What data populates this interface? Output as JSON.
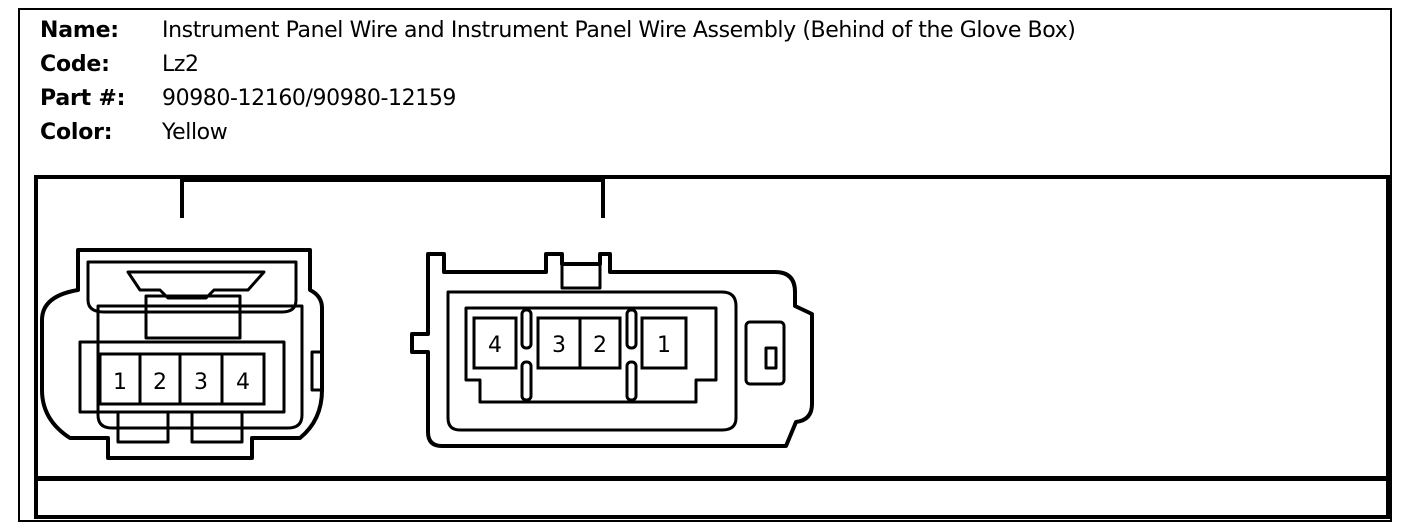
{
  "header": {
    "name_label": "Name:",
    "name_value": "Instrument Panel Wire and Instrument Panel Wire Assembly (Behind of the Glove Box)",
    "code_label": "Code:",
    "code_value": "Lz2",
    "part_label": "Part #:",
    "part_value": "90980-12160/90980-12159",
    "color_label": "Color:",
    "color_value": "Yellow"
  },
  "connectors": {
    "left": {
      "pins": [
        "1",
        "2",
        "3",
        "4"
      ]
    },
    "right": {
      "pins": [
        "4",
        "3",
        "2",
        "1"
      ]
    }
  }
}
